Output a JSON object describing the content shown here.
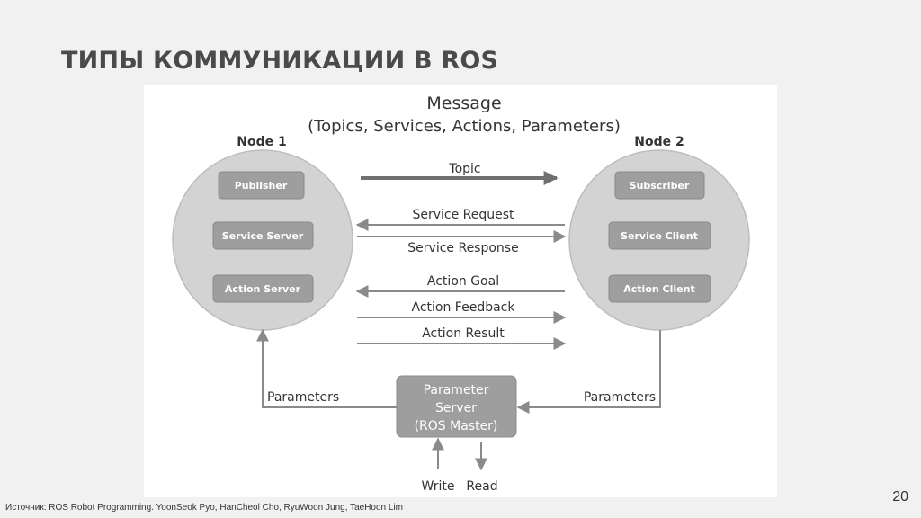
{
  "slide": {
    "title": "ТИПЫ КОММУНИКАЦИИ В ROS",
    "source": "Источник: ROS Robot Programming.  YoonSeok Pyo, HanCheol Cho, RyuWoon Jung, TaeHoon Lim",
    "page_number": "20"
  },
  "diagram": {
    "heading_line1": "Message",
    "heading_line2": "(Topics, Services, Actions, Parameters)",
    "node1": {
      "label": "Node 1",
      "boxes": [
        "Publisher",
        "Service Server",
        "Action Server"
      ]
    },
    "node2": {
      "label": "Node 2",
      "boxes": [
        "Subscriber",
        "Service Client",
        "Action Client"
      ]
    },
    "arrows": {
      "topic": "Topic",
      "service_request": "Service Request",
      "service_response": "Service Response",
      "action_goal": "Action Goal",
      "action_feedback": "Action Feedback",
      "action_result": "Action Result"
    },
    "parameter_server": {
      "line1": "Parameter",
      "line2": "Server",
      "line3": "(ROS Master)"
    },
    "parameters_left": "Parameters",
    "parameters_right": "Parameters",
    "write": "Write",
    "read": "Read"
  }
}
